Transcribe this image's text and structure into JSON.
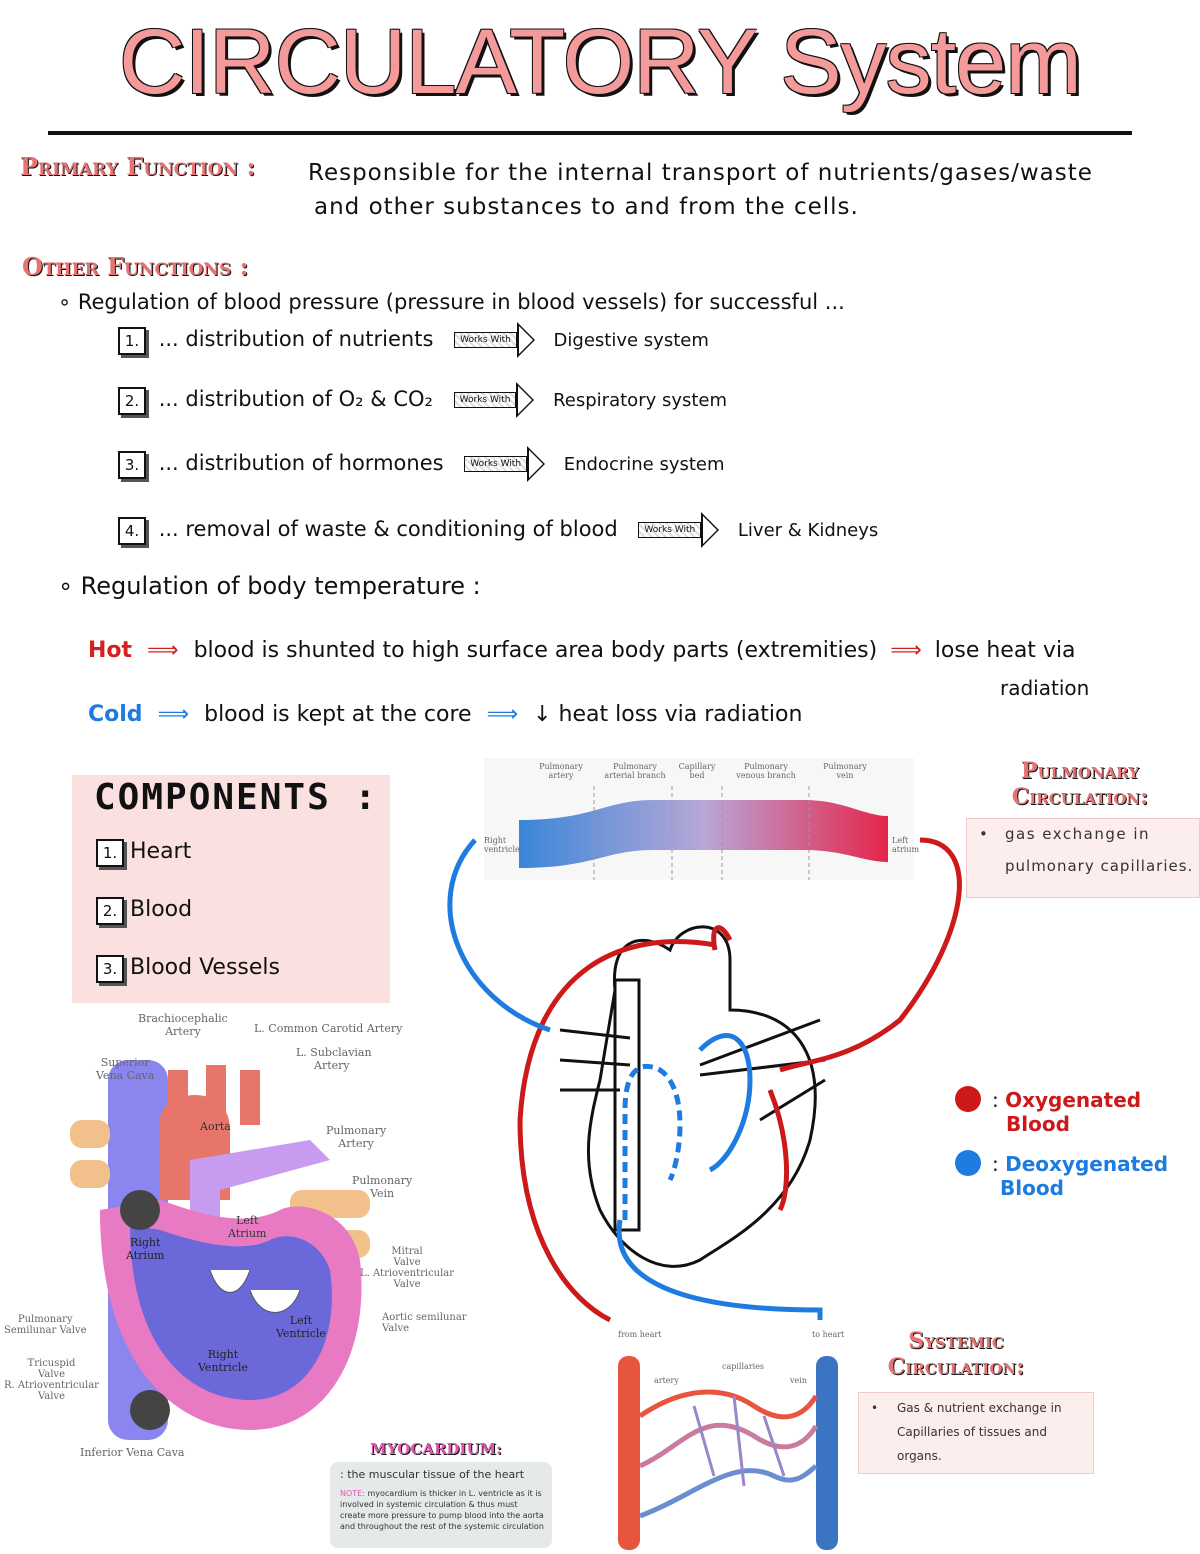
{
  "title": "CIRCULATORY System",
  "primary": {
    "label": "Primary Function :",
    "line1": "Responsible for the internal transport of nutrients/gases/waste",
    "line2": "and other substances to and from the cells."
  },
  "other": {
    "label": "Other Functions :",
    "bullet1": "Regulation of blood pressure (pressure in blood vessels) for successful ...",
    "items": [
      {
        "num": "1.",
        "text": "... distribution of nutrients",
        "works": "Works With",
        "system": "Digestive system"
      },
      {
        "num": "2.",
        "text": "... distribution of O₂ & CO₂",
        "works": "Works With",
        "system": "Respiratory system"
      },
      {
        "num": "3.",
        "text": "... distribution of hormones",
        "works": "Works With",
        "system": "Endocrine system"
      },
      {
        "num": "4.",
        "text": "... removal of waste & conditioning of blood",
        "works": "Works With",
        "system": "Liver & Kidneys"
      }
    ],
    "bullet2": "Regulation of body temperature :",
    "hot": {
      "label": "Hot",
      "text": "blood is shunted to high surface area body parts (extremities)",
      "result1": "lose heat via",
      "result2": "radiation"
    },
    "cold": {
      "label": "Cold",
      "text": "blood is kept at the core",
      "result": "↓ heat loss via radiation"
    }
  },
  "components": {
    "heading": "COMPONENTS :",
    "items": [
      {
        "num": "1.",
        "text": "Heart"
      },
      {
        "num": "2.",
        "text": "Blood"
      },
      {
        "num": "3.",
        "text": "Blood Vessels"
      }
    ]
  },
  "pulmonary": {
    "heading1": "Pulmonary",
    "heading2": "Circulation:",
    "note1": "gas exchange in",
    "note2": "pulmonary capillaries.",
    "labels": [
      "Pulmonary artery",
      "Pulmonary arterial branch",
      "Capillary bed",
      "Pulmonary venous branch",
      "Pulmonary vein"
    ],
    "right": "Right ventricle",
    "left": "Left atrium"
  },
  "legend": {
    "oxy1": "Oxygenated",
    "oxy2": "Blood",
    "deoxy1": "Deoxygenated",
    "deoxy2": "Blood",
    "red": "#cc1a1a",
    "blue": "#1e7be0"
  },
  "systemic": {
    "heading1": "Systemic",
    "heading2": "Circulation:",
    "note1": "Gas & nutrient exchange in",
    "note2": "Capillaries of tissues and",
    "note3": "organs.",
    "from": "from heart",
    "to": "to heart",
    "capillaries": "capillaries",
    "artery": "artery",
    "vein": "vein"
  },
  "anatomy": {
    "brachio1": "Brachiocephalic",
    "brachio2": "Artery",
    "lcca": "L. Common Carotid Artery",
    "lsub1": "L. Subclavian",
    "lsub2": "Artery",
    "svc1": "Superior",
    "svc2": "Vena Cava",
    "aorta": "Aorta",
    "pa1": "Pulmonary",
    "pa2": "Artery",
    "pv1": "Pulmonary",
    "pv2": "Vein",
    "la1": "Left",
    "la2": "Atrium",
    "ra1": "Right",
    "ra2": "Atrium",
    "mv1": "Mitral",
    "mv2": "Valve",
    "mv3": "L. Atrioventricular",
    "mv4": "Valve",
    "lv1": "Left",
    "lv2": "Ventricle",
    "av1": "Aortic semilunar",
    "av2": "Valve",
    "pulv1": "Pulmonary",
    "pulv2": "Semilunar Valve",
    "rv1": "Right",
    "rv2": "Ventricle",
    "tv1": "Tricuspid",
    "tv2": "Valve",
    "tv3": "R. Atrioventricular",
    "tv4": "Valve",
    "ivc": "Inferior Vena Cava"
  },
  "myocardium": {
    "heading": "MYOCARDIUM:",
    "def": ": the muscular tissue of the heart",
    "note_label": "NOTE:",
    "note": "myocardium is thicker in L. ventricle as it is involved in systemic circulation & thus must create more pressure to pump blood into the aorta and throughout the rest of the systemic circulation"
  }
}
